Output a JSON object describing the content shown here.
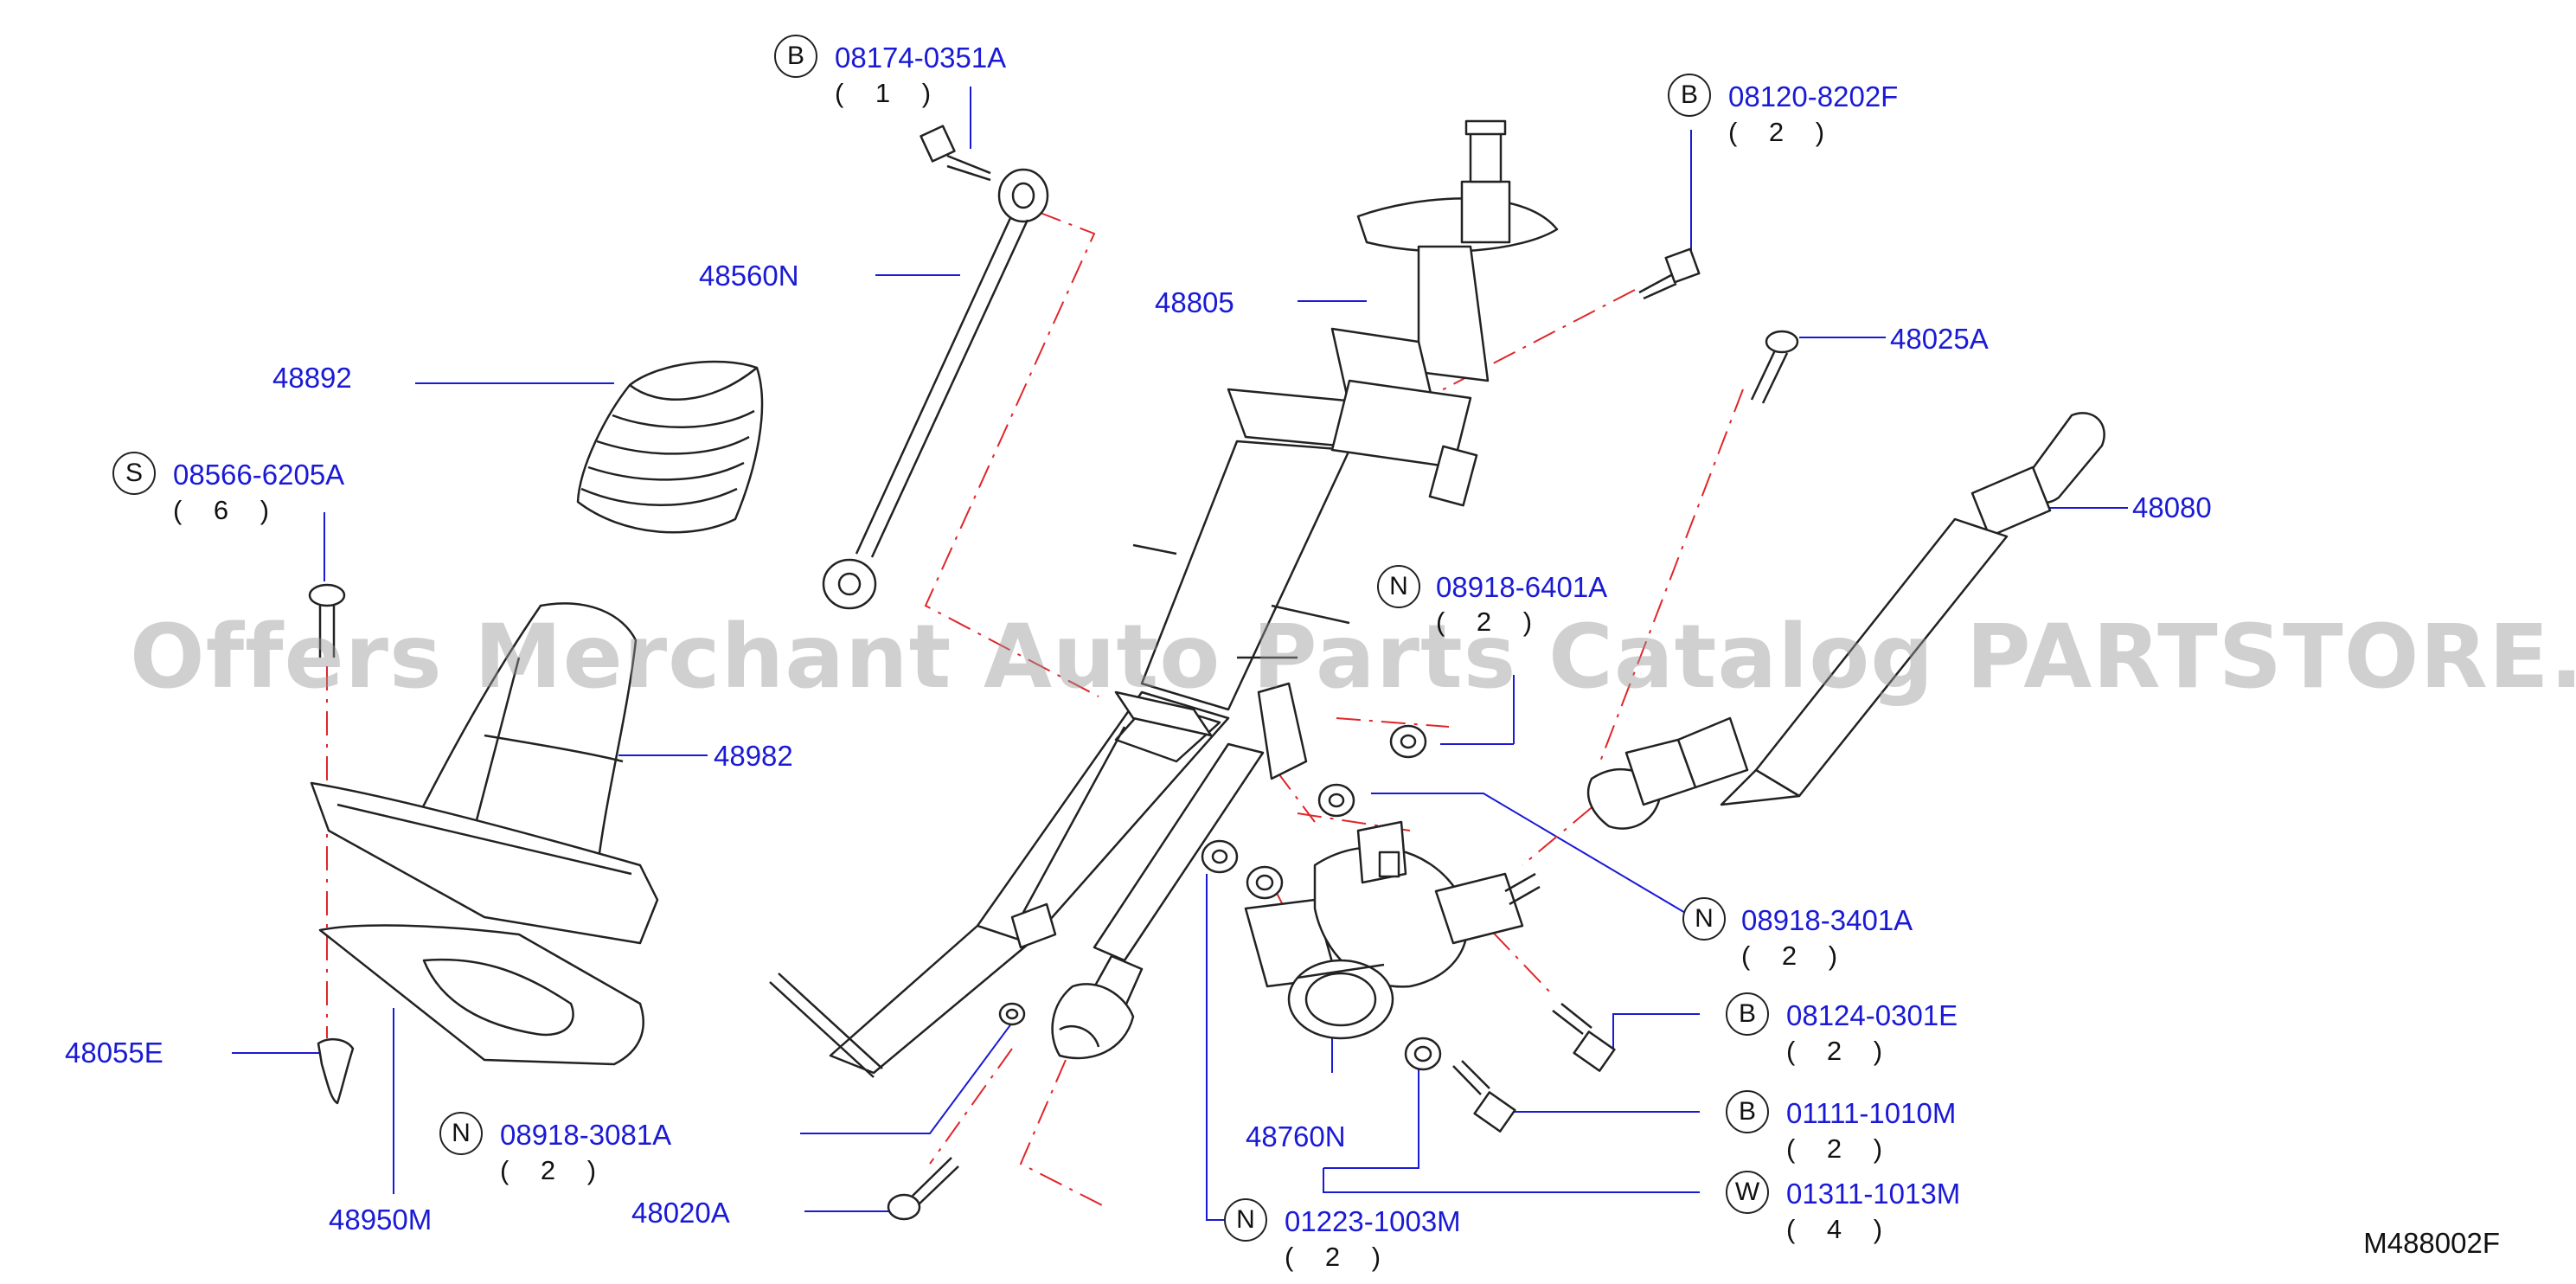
{
  "watermark": "Offers Merchant Auto Parts Catalog PARTSTORE.SA",
  "drawing_code": "M488002F",
  "colors": {
    "label": "#1a1ad6",
    "leader": "#1a1ad6",
    "phantom": "#e0262a",
    "linework": "#222222"
  },
  "callouts": {
    "c08174": {
      "prefix": "B",
      "part": "08174-0351A",
      "qty": "( 1 )"
    },
    "c08120": {
      "prefix": "B",
      "part": "08120-8202F",
      "qty": "( 2 )"
    },
    "c08566": {
      "prefix": "S",
      "part": "08566-6205A",
      "qty": "( 6 )"
    },
    "c089186401": {
      "prefix": "N",
      "part": "08918-6401A",
      "qty": "( 2 )"
    },
    "c089183401": {
      "prefix": "N",
      "part": "08918-3401A",
      "qty": "( 2 )"
    },
    "c08124": {
      "prefix": "B",
      "part": "08124-0301E",
      "qty": "( 2 )"
    },
    "c01111": {
      "prefix": "B",
      "part": "01111-1010M",
      "qty": "( 2 )"
    },
    "c01311": {
      "prefix": "W",
      "part": "01311-1013M",
      "qty": "( 4 )"
    },
    "c01223": {
      "prefix": "N",
      "part": "01223-1003M",
      "qty": "( 2 )"
    },
    "c089183081": {
      "prefix": "N",
      "part": "08918-3081A",
      "qty": "( 2 )"
    }
  },
  "parts": {
    "p48560N": "48560N",
    "p48805": "48805",
    "p48892": "48892",
    "p48025A": "48025A",
    "p48080": "48080",
    "p48982": "48982",
    "p48055E": "48055E",
    "p48950M": "48950M",
    "p48020A": "48020A",
    "p48760N": "48760N"
  }
}
